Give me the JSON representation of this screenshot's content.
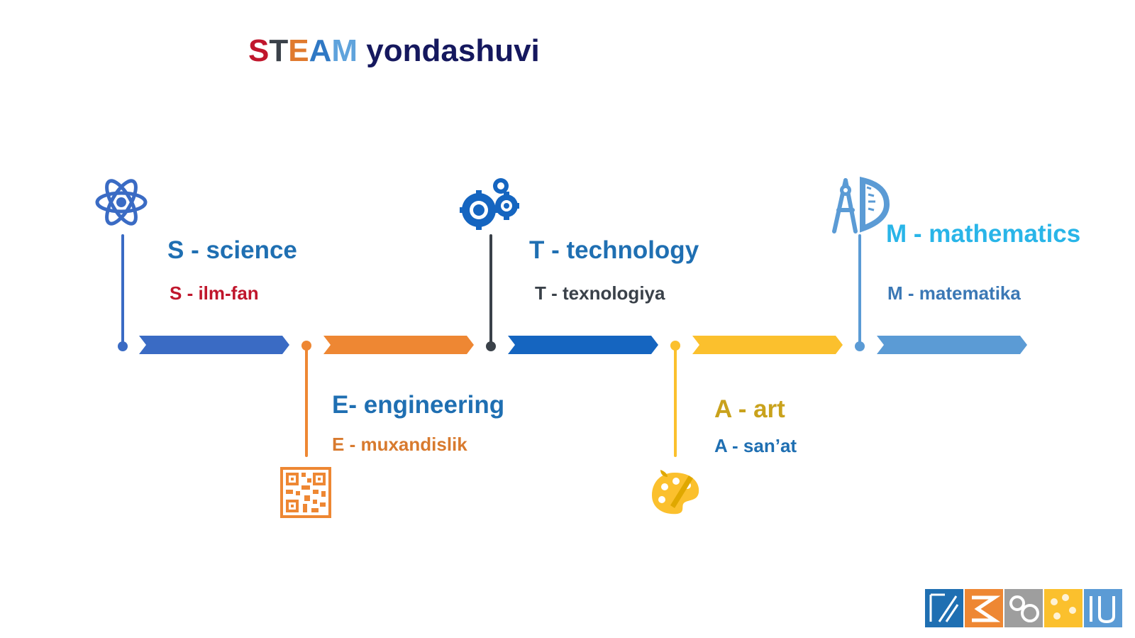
{
  "title": {
    "letters": [
      "S",
      "T",
      "E",
      "A",
      "M"
    ],
    "rest": " yondashuvi"
  },
  "items": [
    {
      "en": "S - science",
      "uz": "S - ilm-fan"
    },
    {
      "en": "E- engineering",
      "uz": "E - muxandislik"
    },
    {
      "en": "T - technology",
      "uz": "T - texnologiya"
    },
    {
      "en": "A - art",
      "uz": "A - san’at"
    },
    {
      "en": "M - mathematics",
      "uz": "M - matematika"
    }
  ],
  "colors": {
    "title_s": "#c0162c",
    "title_t": "#3a4149",
    "title_e": "#e07a2e",
    "title_a": "#2f78c4",
    "title_m": "#5fa3dc",
    "title_rest": "#15185e",
    "science": "#3a6bc4",
    "engineering": "#ee8733",
    "technology": "#1565c0",
    "art": "#fbc02d",
    "math": "#5b9bd5",
    "stem_dark": "#3a4149",
    "science_text": "#1f6fb2",
    "ilm_fan_text": "#c0162c",
    "muxandislik_text": "#d87a2e",
    "texnologiya_text": "#3a4149",
    "art_text": "#c9a21c",
    "sanat_text": "#1f6fb2",
    "math_text": "#29b5e8",
    "matematika_text": "#3b78b5"
  },
  "icons": [
    "atom-icon",
    "gears-icon",
    "compass-ruler-icon",
    "qr-code-icon",
    "palette-icon",
    "steam-logo-icon"
  ]
}
